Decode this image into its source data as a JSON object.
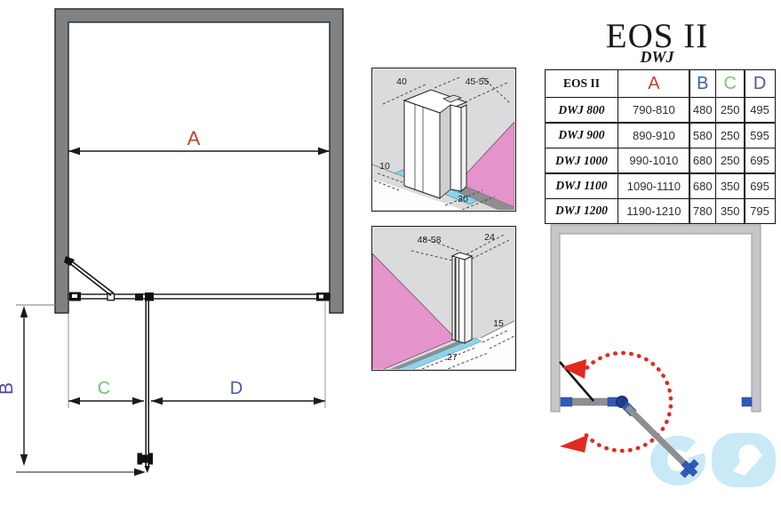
{
  "title": {
    "main": "EOS II",
    "sub": "DWJ"
  },
  "main_drawing": {
    "labels": {
      "a": "A",
      "b": "B",
      "c": "C",
      "d": "D"
    }
  },
  "detail_top": {
    "labels": {
      "profile_width": "40",
      "adjust_range": "45-55",
      "floor_offset": "10",
      "base_depth": "30"
    }
  },
  "detail_bottom": {
    "labels": {
      "adjust_range": "48-58",
      "profile_depth": "24",
      "floor_offset": "15",
      "base_depth": "27"
    }
  },
  "table": {
    "header": {
      "model": "EOS II",
      "a": "A",
      "b": "B",
      "c": "C",
      "d": "D"
    },
    "rows": [
      {
        "model": "DWJ 800",
        "a": "790-810",
        "b": "480",
        "c": "250",
        "d": "495"
      },
      {
        "model": "DWJ 900",
        "a": "890-910",
        "b": "580",
        "c": "250",
        "d": "595"
      },
      {
        "model": "DWJ 1000",
        "a": "990-1010",
        "b": "680",
        "c": "250",
        "d": "695"
      },
      {
        "model": "DWJ 1100",
        "a": "1090-1110",
        "b": "680",
        "c": "350",
        "d": "695"
      },
      {
        "model": "DWJ 1200",
        "a": "1190-1210",
        "b": "780",
        "c": "350",
        "d": "795"
      }
    ]
  },
  "colors": {
    "dim_a_red": "#c4402f",
    "dim_b_purple": "#4f4a9c",
    "dim_c_green": "#72c472",
    "dim_d_blue": "#3e5fa8",
    "wall_gray": "#7f8285",
    "light_wall_gray": "#c7c7c9",
    "pink_wall": "#e593cb",
    "cyan_strip": "#8ed3ea",
    "fitting_blue": "#2e5cb8",
    "swing_arrow_red": "#e02b20",
    "watermark_cyan": "#c9e9f6"
  }
}
